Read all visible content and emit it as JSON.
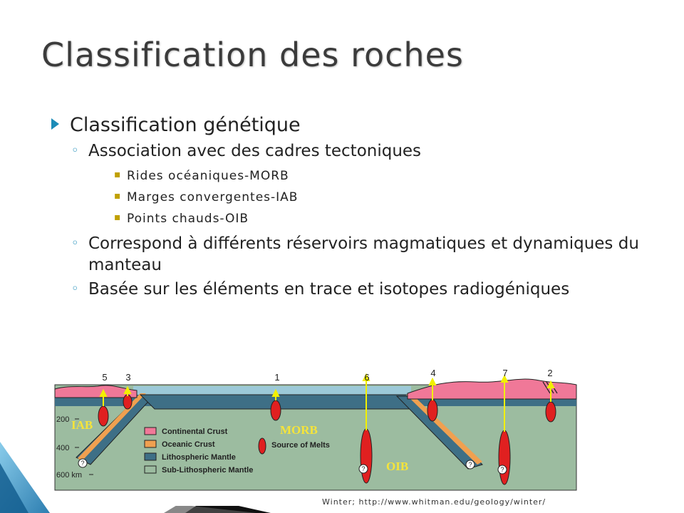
{
  "slide": {
    "title": "Classification des roches",
    "bullet1": "Classification génétique",
    "sub1": "Association avec des cadres tectoniques",
    "sub1_items": [
      "Rides océaniques-MORB",
      "Marges convergentes-IAB",
      "Points chauds-OIB"
    ],
    "sub2": "Correspond à différents réservoirs magmatiques et dynamiques du manteau",
    "sub3": "Basée sur les éléments en trace et isotopes radiogéniques"
  },
  "figure": {
    "site_numbers": [
      "5",
      "3",
      "1",
      "6",
      "4",
      "7",
      "2"
    ],
    "depth_labels": [
      "200",
      "400",
      "600 km"
    ],
    "region_labels": [
      "IAB",
      "MORB",
      "OIB"
    ],
    "legend": [
      "Continental Crust",
      "Oceanic Crust",
      "Lithospheric Mantle",
      "Sub-Lithospheric Mantle",
      "Source of Melts"
    ],
    "unknown_mark": "?",
    "caption": "Winter; http://www.whitman.edu/geology/winter/"
  },
  "colors": {
    "continental_crust": "#f07898",
    "oceanic_crust": "#f0a050",
    "lithospheric_mantle": "#3e6f86",
    "sub_lithospheric_mantle": "#9cbca0",
    "melt": "#e02020",
    "arrow": "#f2f000",
    "label_yellow": "#f5e43a",
    "accent": "#1c8cb8"
  }
}
